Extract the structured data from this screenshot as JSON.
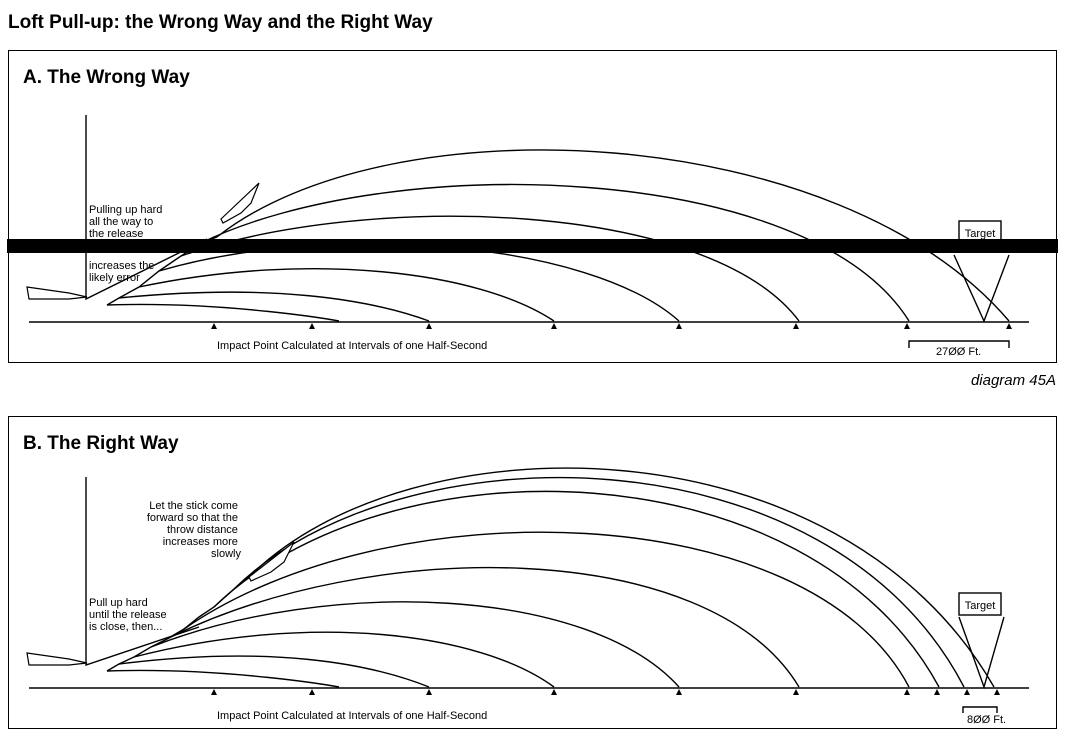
{
  "header": {
    "title": "Loft Pull-up: the Wrong Way and the Right Way"
  },
  "panel_a": {
    "title": "A. The Wrong Way",
    "note_lines": [
      "Pulling up hard",
      "all the way to",
      "the release",
      "increases the",
      "likely error"
    ],
    "target_label": "Target",
    "axis_label": "Impact Point Calculated at Intervals of one Half-Second",
    "distance_label": "27ØØ Ft."
  },
  "caption": "diagram 45A",
  "panel_b": {
    "title": "B. The Right Way",
    "note_lines": [
      "Pull up hard",
      "until the release",
      "is close, then..."
    ],
    "note2_lines": [
      "Let the stick come",
      "forward so that the",
      "throw distance",
      "increases more",
      "slowly"
    ],
    "target_label": "Target",
    "axis_label": "Impact Point Calculated at Intervals of one Half-Second",
    "distance_label": "8ØØ Ft."
  },
  "colors": {
    "ink": "#000000",
    "paper": "#ffffff"
  }
}
